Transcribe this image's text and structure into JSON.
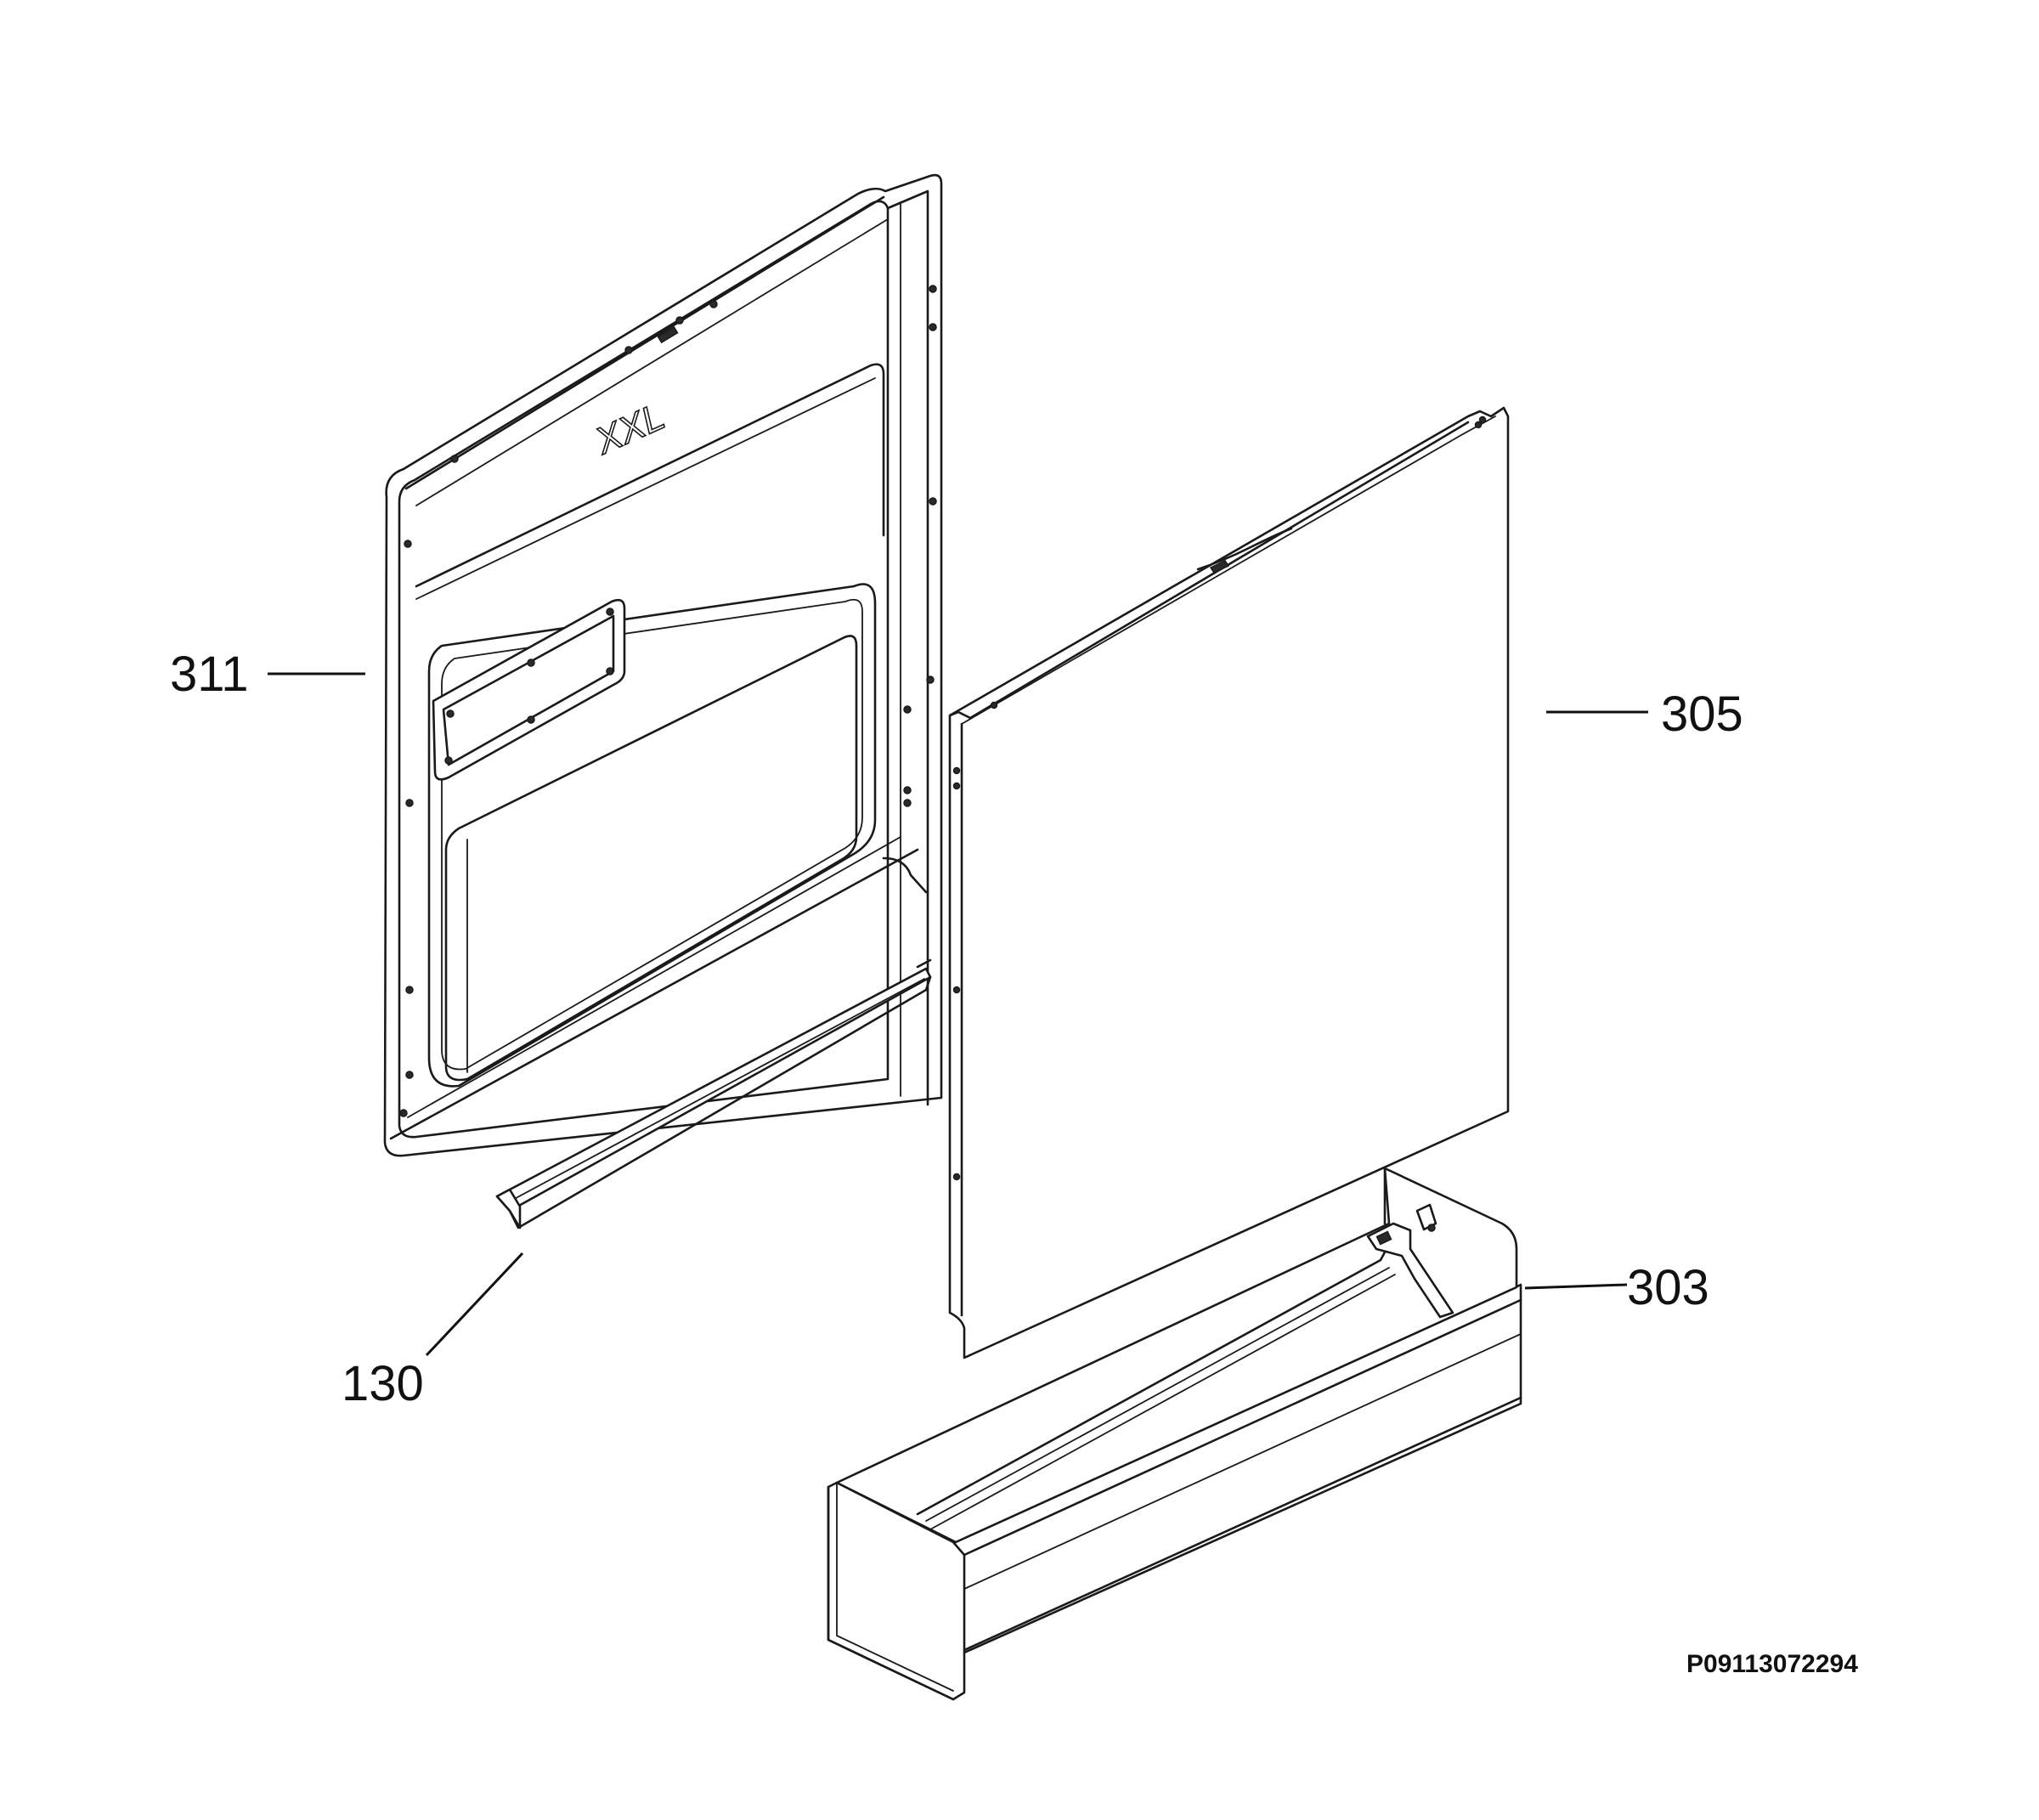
{
  "callouts": {
    "part_311": "311",
    "part_305": "305",
    "part_303": "303",
    "part_130": "130"
  },
  "reference_code": "P09113072294",
  "inner_door_logo": "XXL"
}
